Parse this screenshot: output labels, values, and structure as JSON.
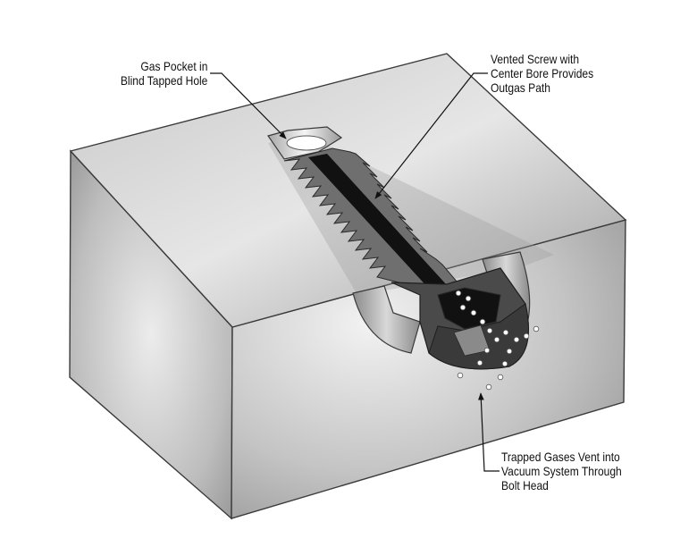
{
  "callouts": {
    "gas_pocket": [
      "Gas Pocket in",
      "Blind Tapped Hole"
    ],
    "vented_screw": [
      "Vented Screw with",
      "Center Bore Provides",
      "Outgas Path"
    ],
    "trapped_gases": [
      "Trapped Gases Vent into",
      "Vacuum System Through",
      "Bolt Head"
    ]
  },
  "colors": {
    "block_edge": "#3a3a3a",
    "block_light": "#e2e2e2",
    "block_mid": "#b4b4b4",
    "block_dark": "#8c8c8c",
    "screw_thread": "#6f6f6f",
    "center_bore": "#111111",
    "bolt_head": "#4a4a4a",
    "gas_bubble": "#ffffff"
  }
}
